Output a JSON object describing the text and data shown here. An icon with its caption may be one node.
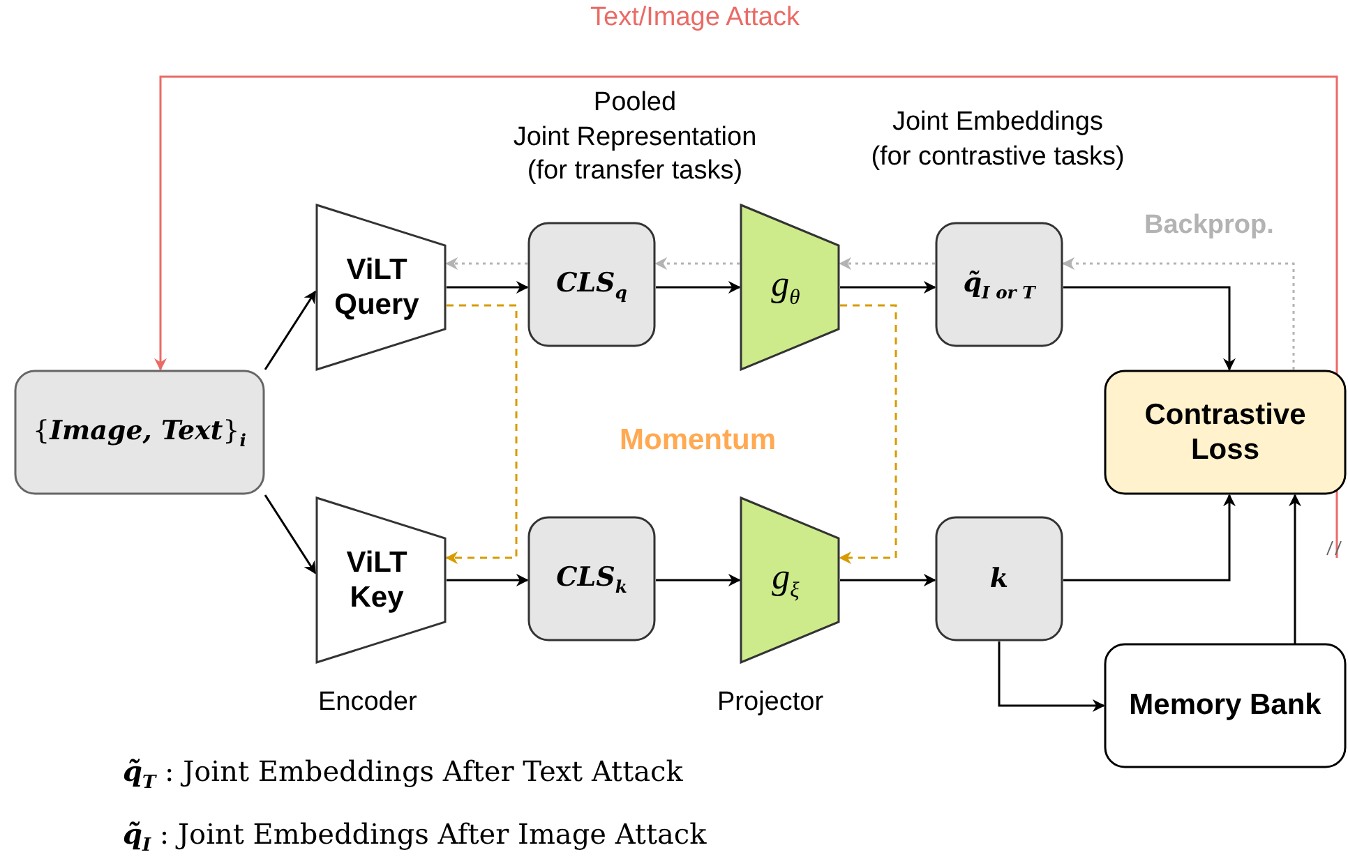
{
  "diagram": {
    "nodes": [
      {
        "text": [
          "{**Image, Text**}$_{i}$"
        ]
      },
      {
        "text": [
          "ViLT Query"
        ]
      },
      {
        "text": [
          "ViLT Key"
        ]
      },
      {
        "text": [
          "**CLS**$_{q}$"
        ]
      },
      {
        "text": [
          "**CLS**$_{k}$"
        ]
      },
      {
        "text": [
          "g$_{θ}$"
        ]
      },
      {
        "text": [
          "g$_{ξ}$"
        ]
      },
      {
        "text": [
          "**q̃**$_{I or T}$"
        ]
      },
      {
        "text": [
          "**k**"
        ]
      },
      {
        "text": [
          "Contrastive Loss"
        ]
      },
      {
        "text": [
          "Memory Bank"
        ]
      }
    ],
    "edges": [
      {
        "from": 0,
        "to": 1,
        "arrow": "to"
      },
      {
        "from": 0,
        "to": 2,
        "arrow": "to"
      },
      {
        "from": 1,
        "to": 3,
        "arrow": "to"
      },
      {
        "from": 3,
        "to": 5,
        "arrow": "to"
      },
      {
        "from": 5,
        "to": 7,
        "arrow": "to"
      },
      {
        "from": 7,
        "to": 9,
        "arrow": "to"
      },
      {
        "from": 2,
        "to": 4,
        "arrow": "to"
      },
      {
        "from": 4,
        "to": 6,
        "arrow": "to"
      },
      {
        "from": 6,
        "to": 8,
        "arrow": "to"
      },
      {
        "from": 8,
        "to": 9,
        "arrow": "to"
      },
      {
        "from": 8,
        "to": 10,
        "arrow": "to"
      },
      {
        "from": 10,
        "to": 9,
        "arrow": "to"
      },
      {
        "from": 9,
        "to": 7,
        "arrow": "to",
        "style": "dashed",
        "color": "#b3b3b3"
      },
      {
        "from": 7,
        "to": 5,
        "arrow": "to",
        "style": "dashed",
        "color": "#b3b3b3"
      },
      {
        "from": 5,
        "to": 3,
        "arrow": "to",
        "style": "dashed",
        "color": "#b3b3b3"
      },
      {
        "from": 3,
        "to": 1,
        "arrow": "to",
        "style": "dashed",
        "color": "#b3b3b3"
      },
      {
        "from": 1,
        "to": 2,
        "arrow": "to",
        "style": "dashed",
        "color": "#d79b00"
      },
      {
        "from": 5,
        "to": 6,
        "arrow": "to",
        "style": "dashed",
        "color": "#d79b00"
      },
      {
        "from": null,
        "to": 0,
        "arrow": "to",
        "label": "Text/Image Attack",
        "color": "#ea6b66"
      }
    ],
    "labels": [
      "Pooled Joint Representation (for transfer tasks)",
      "Joint Embeddings (for contrastive tasks)",
      "Backprop.",
      "Momentum",
      "Encoder",
      "Projector",
      "**q̃**$_{T}$ :  Joint Embeddings After Text Attack",
      "**q̃**$_{I}$ :  Joint Embeddings After Image Attack"
    ]
  }
}
